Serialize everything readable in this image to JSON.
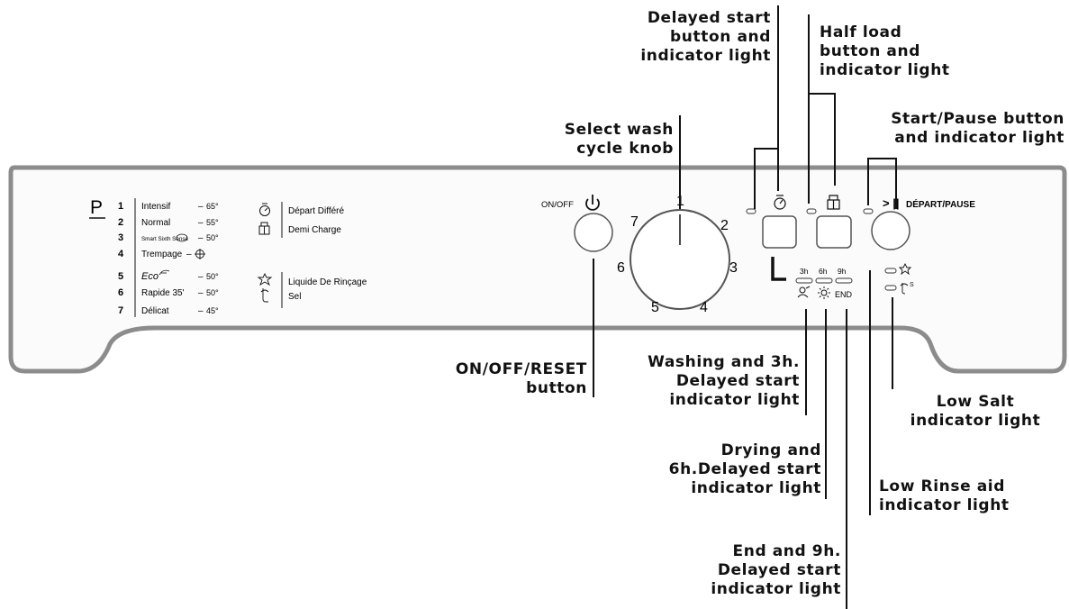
{
  "panel": {
    "program_marker": "P",
    "programs": [
      {
        "num": "1",
        "name": "Intensif",
        "temp": "65°"
      },
      {
        "num": "2",
        "name": "Normal",
        "temp": "55°"
      },
      {
        "num": "3",
        "name": "Smart Sixth Sense",
        "temp": "50°"
      },
      {
        "num": "4",
        "name": "Trempage",
        "temp": ""
      },
      {
        "num": "5",
        "name": "Eco",
        "temp": "50°"
      },
      {
        "num": "6",
        "name": "Rapide 35'",
        "temp": "50°"
      },
      {
        "num": "7",
        "name": "Délicat",
        "temp": "45°"
      }
    ],
    "legend_group1": [
      "Départ Différé",
      "Demi Charge"
    ],
    "legend_group2": [
      "Liquide De Rinçage",
      "Sel"
    ],
    "onoff_label": "ON/OFF",
    "start_label": "DÉPART/PAUSE",
    "start_symbol": "> ||",
    "knob_numbers": [
      "1",
      "2",
      "3",
      "4",
      "5",
      "6",
      "7"
    ],
    "delay_hours": [
      "3h",
      "6h",
      "9h"
    ],
    "end_label": "END"
  },
  "callouts": {
    "delayed_start": [
      "Delayed start",
      "button and",
      "indicator light"
    ],
    "half_load": [
      "Half load",
      "button and",
      "indicator light"
    ],
    "select_knob": [
      "Select wash",
      "cycle knob"
    ],
    "start_pause": [
      "Start/Pause button",
      "and indicator light"
    ],
    "onoff_reset": [
      "ON/OFF/RESET",
      "button"
    ],
    "washing_3h": [
      "Washing and 3h.",
      "Delayed start",
      "indicator light"
    ],
    "low_salt": [
      "Low Salt",
      "indicator light"
    ],
    "drying_6h": [
      "Drying and",
      "6h.Delayed start",
      "indicator light"
    ],
    "low_rinse": [
      "Low Rinse aid",
      "indicator light"
    ],
    "end_9h": [
      "End and 9h.",
      "Delayed start",
      "indicator light"
    ]
  },
  "icons": [
    "power-icon",
    "delay-clock-icon",
    "half-load-icon",
    "rinse-aid-icon",
    "salt-icon",
    "washing-icon",
    "drying-sun-icon",
    "soak-icon",
    "eco-icon"
  ]
}
